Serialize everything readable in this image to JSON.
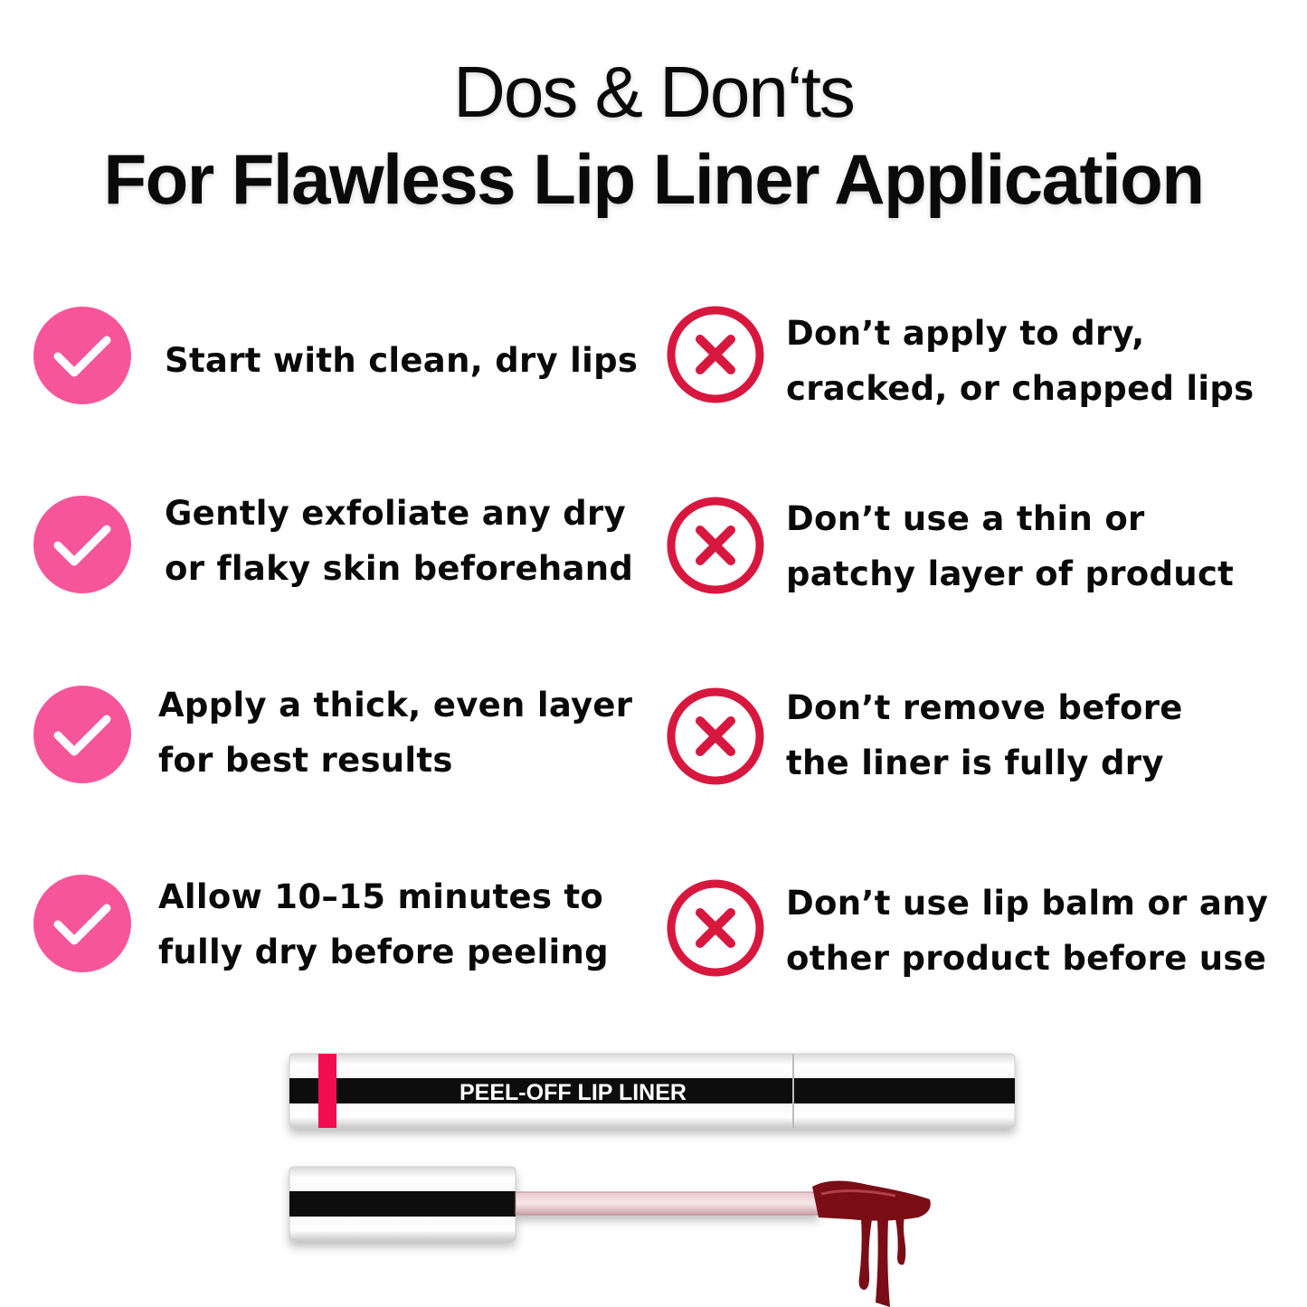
{
  "title": {
    "line1": "Dos & Don‘ts",
    "line2": "For Flawless Lip Liner Application"
  },
  "colors": {
    "do_icon": "#f7559a",
    "dont_icon": "#d8173f",
    "text": "#0a0a0a"
  },
  "dos": [
    {
      "icon": "check-icon",
      "text": "Start with clean, dry lips"
    },
    {
      "icon": "check-icon",
      "text": "Gently exfoliate any dry\nor flaky skin beforehand"
    },
    {
      "icon": "check-icon",
      "text": "Apply a thick, even layer\nfor best results"
    },
    {
      "icon": "check-icon",
      "text": "Allow 10–15 minutes to\nfully dry before peeling"
    }
  ],
  "donts": [
    {
      "icon": "x-circle-icon",
      "text": "Don’t apply to dry,\ncracked, or chapped lips"
    },
    {
      "icon": "x-circle-icon",
      "text": "Don’t use a thin or\npatchy layer of product"
    },
    {
      "icon": "x-circle-icon",
      "text": "Don’t remove before\nthe liner is fully dry"
    },
    {
      "icon": "x-circle-icon",
      "text": "Don’t use lip balm or any\nother product before use"
    }
  ],
  "product": {
    "label": "PEEL-OFF LIP LINER"
  }
}
